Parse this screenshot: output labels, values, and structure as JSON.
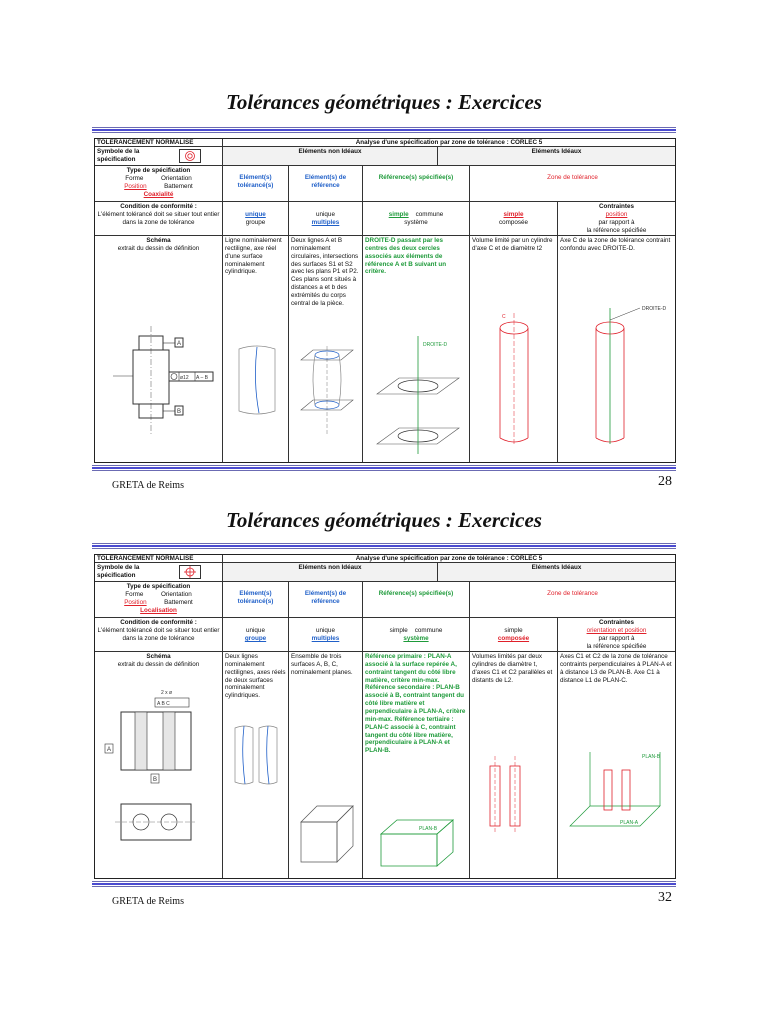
{
  "pages": [
    {
      "title": "Tolérances géométriques : Exercices",
      "footer_school": "GRETA de Reims",
      "page_number": "28",
      "sheet": {
        "top_left": "TOLERANCEMENT NORMALISE",
        "top_right": "Analyse d'une spécification par zone de tolérance :   CORLEC  5",
        "symbol_label": "Symbole de la spécification",
        "non_ideal": "Eléments non Idéaux",
        "ideal": "Eléments Idéaux",
        "type_title": "Type de spécification",
        "type_forme": "Forme",
        "type_orientation": "Orientation",
        "type_position": "Position",
        "type_battement": "Battement",
        "type_highlight": "Coaxialité",
        "col_toleranced": "Elément(s) tolérancé(s)",
        "col_reference": "Elément(s) de référence",
        "col_specified": "Référence(s) spécifiée(s)",
        "col_zone": "Zone de tolérance",
        "col_constraints_title": "Contraintes",
        "col_constraints_a": "position",
        "col_constraints_b": "par rapport à",
        "col_constraints_c": "la référence spécifiée",
        "cond_title": "Condition de conformité :",
        "cond_text": "L'élément tolérancé doit se situer tout entier dans la zone de tolérance",
        "tol_a": "unique",
        "tol_b": "groupe",
        "ref_a": "unique",
        "ref_b": "multiples",
        "spec_a": "simple",
        "spec_b": "commune",
        "spec_c": "système",
        "zone_a": "simple",
        "zone_b": "composée",
        "schema_title": "Schéma",
        "schema_sub": "extrait du dessin de définition",
        "desc_tol": "Ligne nominalement rectiligne, axe réel d'une surface nominalement cylindrique.",
        "desc_ref": "Deux lignes A et B nominalement circulaires, intersections des surfaces S1 et S2 avec les plans P1 et P2. Ces plans sont situés à distances a et b des extrémités du corps central de la pièce.",
        "desc_spec": "DROITE-D passant par les centres des deux cercles associés aux éléments de référence A et B suivant un critère.",
        "desc_zone": "Volume limité par un cylindre d'axe C et de diamètre t2",
        "desc_constraints": "Axe C de la zone de tolérance contraint confondu avec DROITE-D.",
        "label_droite": "DROITE-D",
        "label_c": "C",
        "label_phi": "ø12",
        "label_a": "A",
        "label_b": "B",
        "label_frame": "A – B"
      }
    },
    {
      "title": "Tolérances géométriques : Exercices",
      "footer_school": "GRETA de Reims",
      "page_number": "32",
      "sheet": {
        "top_left": "TOLERANCEMENT NORMALISE",
        "top_right": "Analyse d'une spécification par zone de tolérance :   CORLEC  5",
        "symbol_label": "Symbole de la spécification",
        "non_ideal": "Eléments non Idéaux",
        "ideal": "Eléments Idéaux",
        "type_title": "Type de spécification",
        "type_forme": "Forme",
        "type_orientation": "Orientation",
        "type_position": "Position",
        "type_battement": "Battement",
        "type_highlight": "Localisation",
        "col_toleranced": "Elément(s) tolérancé(s)",
        "col_reference": "Elément(s) de référence",
        "col_specified": "Référence(s) spécifiée(s)",
        "col_zone": "Zone de tolérance",
        "col_constraints_title": "Contraintes",
        "col_constraints_a": "orientation et position",
        "col_constraints_b": "par rapport à",
        "col_constraints_c": "la référence spécifiée",
        "cond_title": "Condition de conformité :",
        "cond_text": "L'élément tolérancé doit se situer tout entier dans la zone de tolérance",
        "tol_a": "unique",
        "tol_b": "groupe",
        "ref_a": "unique",
        "ref_b": "multiples",
        "spec_a": "simple",
        "spec_b": "commune",
        "spec_c": "système",
        "zone_a": "simple",
        "zone_b": "composée",
        "schema_title": "Schéma",
        "schema_sub": "extrait du dessin de définition",
        "desc_tol": "Deux lignes nominalement rectilignes, axes réels de deux surfaces nominalement cylindriques.",
        "desc_ref": "Ensemble de trois surfaces A, B, C, nominalement planes.",
        "desc_spec": "Référence primaire : PLAN-A associé à la surface repérée A, contraint tangent du côté libre matière, critère min-max. Référence secondaire : PLAN-B associé à B, contraint tangent du côté libre matière et perpendiculaire à PLAN-A, critère min-max. Référence tertiaire : PLAN-C associé à C, contraint tangent du côté libre matière, perpendiculaire à PLAN-A et PLAN-B.",
        "desc_zone": "Volumes limités par deux cylindres de diamètre t, d'axes C1 et C2 parallèles et distants de L2.",
        "desc_constraints": "Axes C1 et C2 de la zone de tolérance contraints perpendiculaires à PLAN-A et à distance L3 de PLAN-B. Axe C1 à distance L1 de PLAN-C.",
        "label_droite": "PLAN-B",
        "label_c": "PLAN-A",
        "label_phi": "2 x ø",
        "label_a": "A",
        "label_b": "B",
        "label_frame": "A B C"
      }
    }
  ],
  "colors": {
    "rule": "#4b4bd0",
    "blue": "#1f5fc8",
    "red": "#e0202a",
    "green": "#1e9a3a"
  }
}
